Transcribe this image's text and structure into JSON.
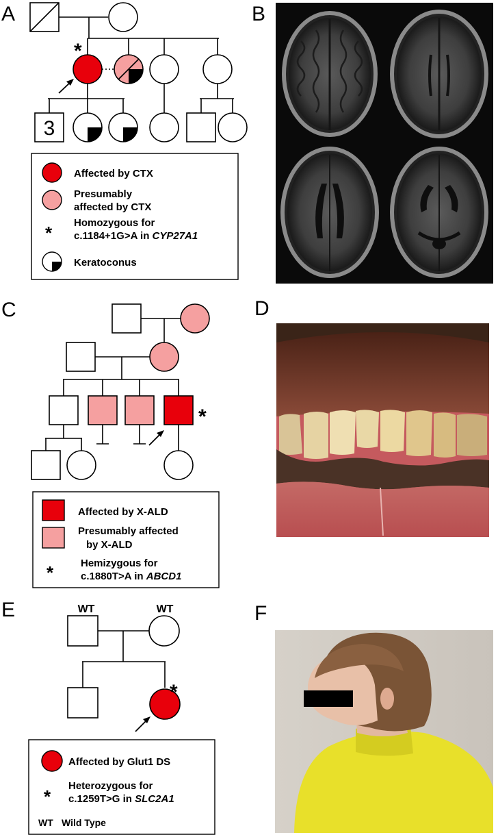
{
  "panels": {
    "A": {
      "letter": "A",
      "proband_number": "3",
      "legend": {
        "affected": "Affected by CTX",
        "presumed_line1": "Presumably",
        "presumed_line2": "affected by CTX",
        "asterisk": "*",
        "homozygous_line1": "Homozygous for",
        "homozygous_line2": "c.1184+1G>A in",
        "gene": "CYP27A1",
        "keratoconus": "Keratoconus"
      },
      "asterisk": "*"
    },
    "B": {
      "letter": "B"
    },
    "C": {
      "letter": "C",
      "asterisk": "*",
      "legend": {
        "affected": "Affected by X-ALD",
        "presumed_line1": "Presumably affected",
        "presumed_line2": "by X-ALD",
        "asterisk": "*",
        "hemizygous_line1": "Hemizygous for",
        "hemizygous_line2": "c.1880T>A in",
        "gene": "ABCD1"
      }
    },
    "D": {
      "letter": "D"
    },
    "E": {
      "letter": "E",
      "wt_father": "WT",
      "wt_mother": "WT",
      "asterisk": "*",
      "legend": {
        "affected": "Affected by Glut1 DS",
        "asterisk": "*",
        "heterozygous_line1": "Heterozygous for",
        "heterozygous_line2": "c.1259T>G in",
        "gene": "SLC2A1",
        "wt_abbrev": "WT",
        "wt_full": "Wild Type"
      }
    },
    "F": {
      "letter": "F"
    }
  },
  "colors": {
    "affected": "#e8000b",
    "presumed": "#f5a0a0",
    "line": "#000000",
    "mri_bg": "#0a0a0a",
    "yellow_shirt": "#e8e02a"
  }
}
